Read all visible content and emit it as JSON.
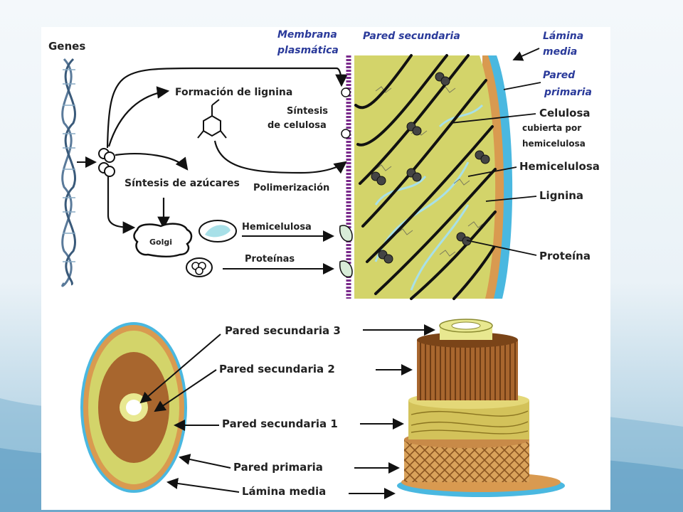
{
  "colors": {
    "background_top": "#f4f8fb",
    "background_bottom": "#9cc5dc",
    "membrane": "#7a2a8c",
    "secondary_wall": "#d3d46a",
    "primary_wall": "#d99a50",
    "middle_lamella": "#4ab8e0",
    "hemicellulose": "#a8e0e8",
    "cellulose": "#111111",
    "label_blue": "#2a3a9a"
  },
  "top": {
    "genes": "Genes",
    "lignin_formation": "Formación de lignina",
    "cellulose_synthesis_1": "Síntesis",
    "cellulose_synthesis_2": "de celulosa",
    "sugar_synthesis": "Síntesis de azúcares",
    "polymerization": "Polimerización",
    "golgi": "Golgi",
    "hemicellulose_vesicle": "Hemicelulosa",
    "proteins": "Proteínas",
    "membrane_1": "Membrana",
    "membrane_2": "plasmática",
    "secondary_wall": "Pared secundaria",
    "middle_lamella_1": "Lámina",
    "middle_lamella_2": "media",
    "primary_wall_1": "Pared",
    "primary_wall_2": "primaria",
    "cellulose_1": "Celulosa",
    "cellulose_2": "cubierta por",
    "cellulose_3": "hemicelulosa",
    "hemicellulose": "Hemicelulosa",
    "lignin": "Lignina",
    "protein": "Proteína"
  },
  "bottom": {
    "secondary_3": "Pared secundaria 3",
    "secondary_2": "Pared secundaria 2",
    "secondary_1": "Pared secundaria 1",
    "primary": "Pared primaria",
    "middle_lamella": "Lámina media"
  }
}
